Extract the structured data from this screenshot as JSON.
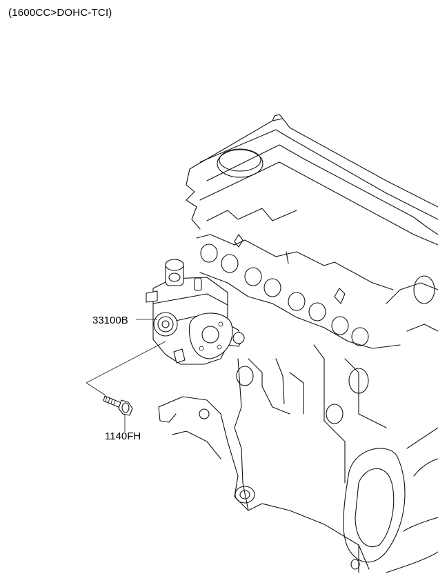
{
  "header": {
    "title": "(1600CC>DOHC-TCI)"
  },
  "callouts": {
    "pump": "33100B",
    "bolt": "1140FH"
  }
}
